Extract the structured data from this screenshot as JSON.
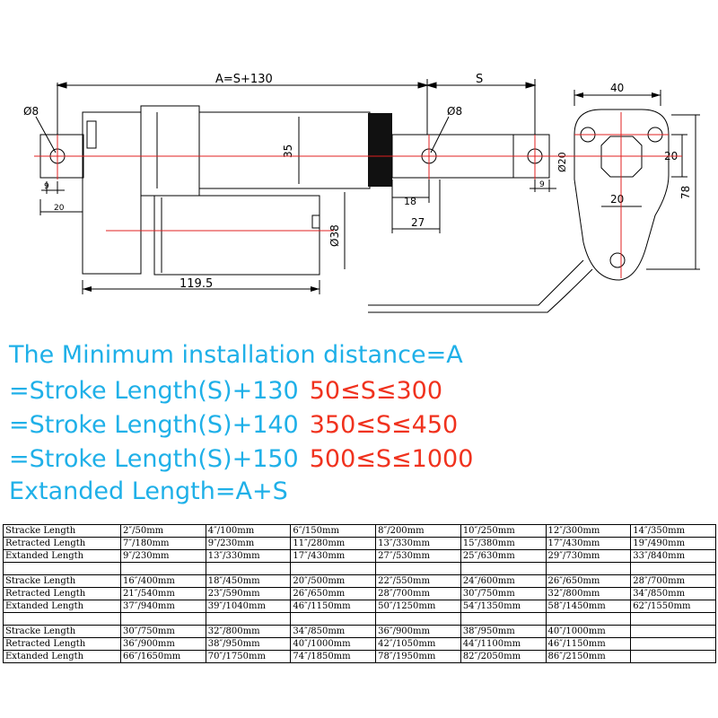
{
  "drawing": {
    "dim_total": "A=S+130",
    "dim_stroke": "S",
    "dim_hole_left": "Ø8",
    "dim_hole_right": "Ø8",
    "dim_9_left": "9",
    "dim_20_left": "20",
    "dim_35": "35",
    "dim_38": "Ø38",
    "dim_18": "18",
    "dim_27": "27",
    "dim_9_right": "9",
    "dim_rod": "Ø20",
    "dim_motor_len": "119.5",
    "dim_40": "40",
    "dim_20_side": "20",
    "dim_20_bottom": "20",
    "dim_78": "78"
  },
  "formulas": {
    "line1": "The Minimum installation distance=A",
    "line2": "=Stroke Length(S)+130",
    "range2": "50≤S≤300",
    "line3": "=Stroke Length(S)+140",
    "range3": "350≤S≤450",
    "line4": "=Stroke Length(S)+150",
    "range4": "500≤S≤1000",
    "line5": "Extanded Length=A+S"
  },
  "table": {
    "blocks": [
      {
        "rows": [
          {
            "label": "Stracke Length",
            "cells": [
              "2″/50mm",
              "4″/100mm",
              "6″/150mm",
              "8″/200mm",
              "10″/250mm",
              "12″/300mm",
              "14″/350mm"
            ]
          },
          {
            "label": "Retracted Length",
            "cells": [
              "7″/180mm",
              "9″/230mm",
              "11″/280mm",
              "13″/330mm",
              "15″/380mm",
              "17″/430mm",
              "19″/490mm"
            ]
          },
          {
            "label": "Extanded Length",
            "cells": [
              "9″/230mm",
              "13″/330mm",
              "17″/430mm",
              "27″/530mm",
              "25″/630mm",
              "29″/730mm",
              "33″/840mm"
            ]
          }
        ]
      },
      {
        "rows": [
          {
            "label": "Stracke Length",
            "cells": [
              "16″/400mm",
              "18″/450mm",
              "20″/500mm",
              "22″/550mm",
              "24″/600mm",
              "26″/650mm",
              "28″/700mm"
            ]
          },
          {
            "label": "Retracted Length",
            "cells": [
              "21″/540mm",
              "23″/590mm",
              "26″/650mm",
              "28″/700mm",
              "30″/750mm",
              "32″/800mm",
              "34″/850mm"
            ]
          },
          {
            "label": "Extanded Length",
            "cells": [
              "37″/940mm",
              "39″/1040mm",
              "46″/1150mm",
              "50″/1250mm",
              "54″/1350mm",
              "58″/1450mm",
              "62″/1550mm"
            ]
          }
        ]
      },
      {
        "rows": [
          {
            "label": "Stracke Length",
            "cells": [
              "30″/750mm",
              "32″/800mm",
              "34″/850mm",
              "36″/900mm",
              "38″/950mm",
              "40″/1000mm",
              ""
            ]
          },
          {
            "label": "Retracted Length",
            "cells": [
              "36″/900mm",
              "38″/950mm",
              "40″/1000mm",
              "42″/1050mm",
              "44″/1100mm",
              "46″/1150mm",
              ""
            ]
          },
          {
            "label": "Extanded Length",
            "cells": [
              "66″/1650mm",
              "70″/1750mm",
              "74″/1850mm",
              "78″/1950mm",
              "82″/2050mm",
              "86″/2150mm",
              ""
            ]
          }
        ]
      }
    ]
  }
}
